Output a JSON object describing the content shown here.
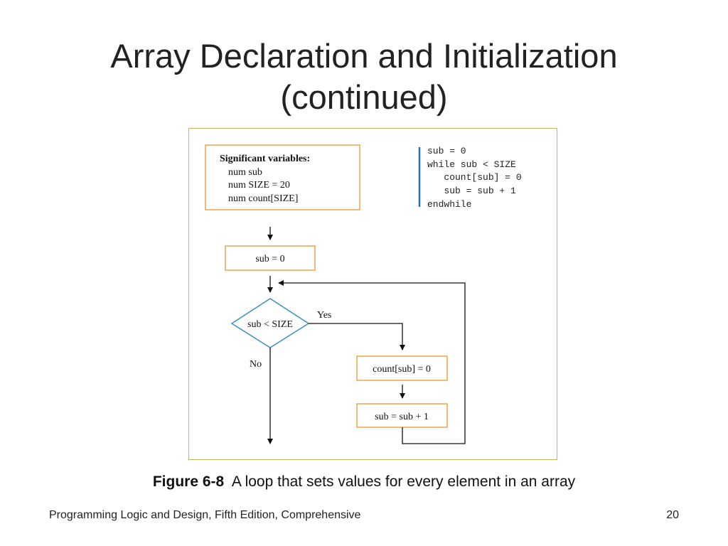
{
  "slide": {
    "title_line1": "Array Declaration and Initialization",
    "title_line2": "(continued)"
  },
  "figure": {
    "variables_box": {
      "heading": "Significant variables:",
      "lines": [
        "num sub",
        "num SIZE = 20",
        "num count[SIZE]"
      ]
    },
    "code": [
      "sub = 0",
      "while sub < SIZE",
      "   count[sub] = 0",
      "   sub = sub + 1",
      "endwhile"
    ],
    "init_step": "sub = 0",
    "decision": "sub < SIZE",
    "yes_label": "Yes",
    "no_label": "No",
    "assign_step": "count[sub] = 0",
    "increment_step": "sub = sub + 1",
    "colors": {
      "box_border": "#f0a04a",
      "decision_border": "#3a8fc0",
      "code_bar": "#2a6fb0",
      "frame": "#c8b560"
    }
  },
  "caption": {
    "figure_number": "Figure 6-8",
    "text": "A loop that sets values for every element in an array"
  },
  "footer": {
    "book": "Programming Logic and Design, Fifth Edition, Comprehensive",
    "page": "20"
  }
}
